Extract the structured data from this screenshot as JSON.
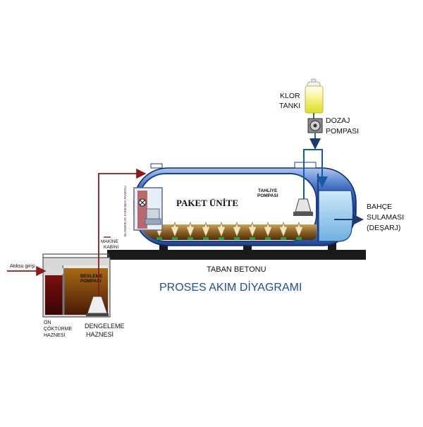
{
  "diagram": {
    "title": "PROSES AKIM DİYAGRAMI",
    "labels": {
      "klor_tanki_line1": "KLOR",
      "klor_tanki_line2": "TANKI",
      "dozaj_line1": "DOZAJ",
      "dozaj_line2": "POMPASI",
      "paket_unite": "PAKET ÜNİTE",
      "tahliye_line1": "TAHLİYE",
      "tahliye_line2": "POMPASI",
      "bahce_line1": "BAHÇE",
      "bahce_line2": "SULAMASI",
      "bahce_line3": "(DEŞARJ)",
      "taban_betonu": "TABAN BETONU",
      "atiksu_girisi": "Atıksu girişi",
      "besleme_line1": "BESLEME",
      "besleme_line2": "POMPASI",
      "makine_line1": "MAKİNE",
      "makine_line2": "KABİNİ",
      "blower_text": "BLOWER VE KUMANDA PANOSU",
      "on_cokturme_line1": "ÖN",
      "on_cokturme_line2": "ÇÖKTÜRME",
      "on_cokturme_line3": "HAZNESİ",
      "dengeleme_line1": "DENGELEME",
      "dengeleme_line2": "HAZNESİ"
    },
    "colors": {
      "pipe_red": "#8b1a1a",
      "pipe_blue": "#1a5aa0",
      "tank_blue": "#3a66b8",
      "tank_sludge": "#6b4a1a",
      "chlorine": "#e8e83a",
      "water": "#a8d4f0",
      "title_blue": "#1f4fa0",
      "ground": "#1a1a1a"
    }
  }
}
